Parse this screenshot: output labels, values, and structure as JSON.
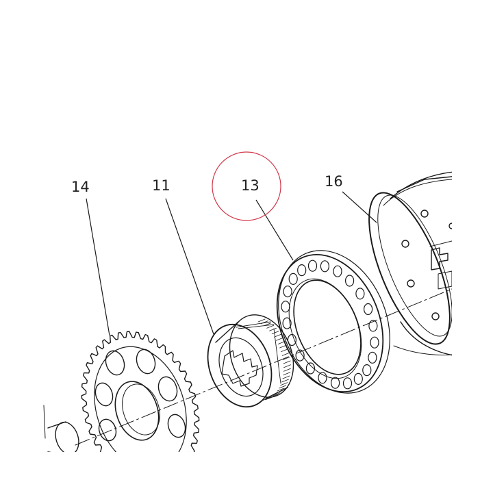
{
  "diagram": {
    "callouts": [
      {
        "id": "callout-14",
        "label": "14"
      },
      {
        "id": "callout-11",
        "label": "11"
      },
      {
        "id": "callout-13",
        "label": "13",
        "highlighted": true
      },
      {
        "id": "callout-16",
        "label": "16"
      }
    ],
    "colors": {
      "line": "#1a1a1a",
      "highlight_circle": "#d0394a",
      "background": "#ffffff"
    }
  }
}
